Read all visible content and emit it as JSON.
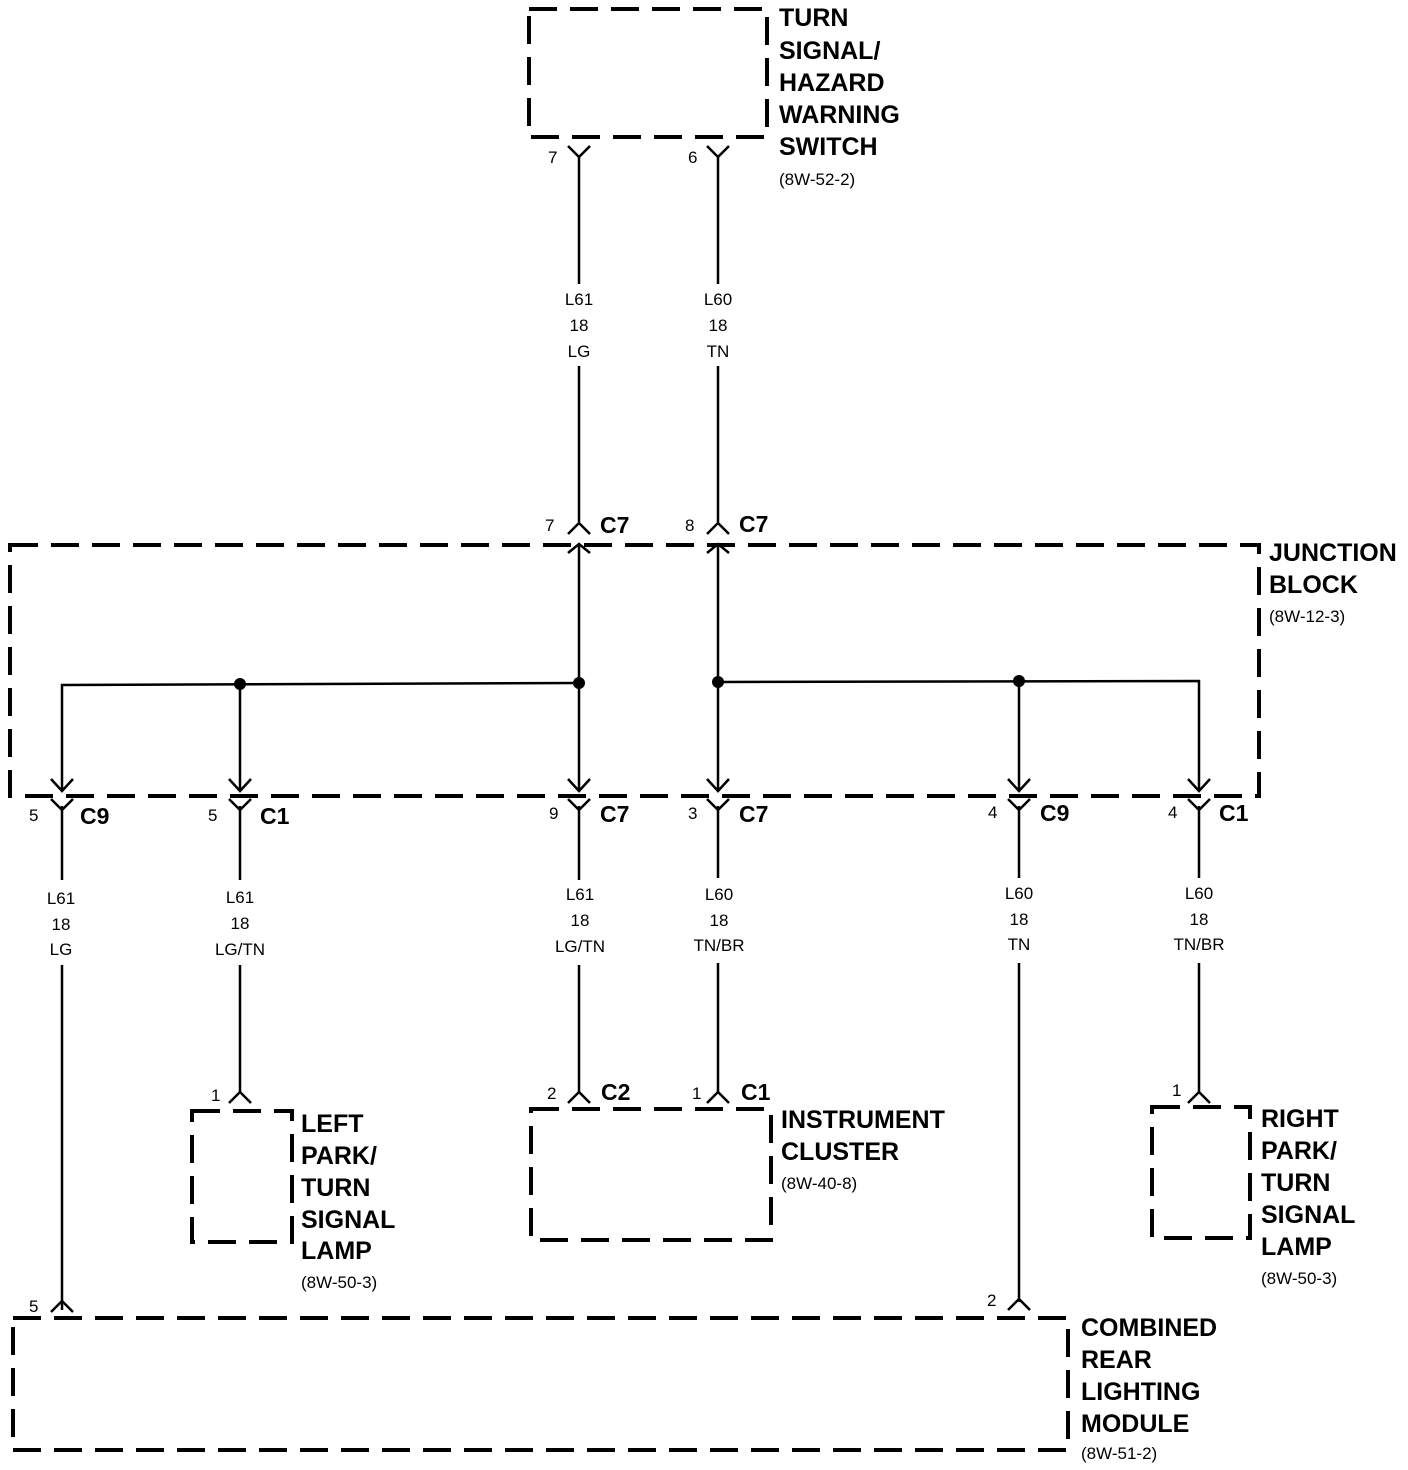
{
  "components": {
    "switch": {
      "lines": [
        "TURN",
        "SIGNAL/",
        "HAZARD",
        "WARNING",
        "SWITCH"
      ],
      "ref": "(8W-52-2)"
    },
    "junction": {
      "lines": [
        "JUNCTION",
        "BLOCK"
      ],
      "ref": "(8W-12-3)"
    },
    "left_lamp": {
      "lines": [
        "LEFT",
        "PARK/",
        "TURN",
        "SIGNAL",
        "LAMP"
      ],
      "ref": "(8W-50-3)"
    },
    "cluster": {
      "lines": [
        "INSTRUMENT",
        "CLUSTER"
      ],
      "ref": "(8W-40-8)"
    },
    "right_lamp": {
      "lines": [
        "RIGHT",
        "PARK/",
        "TURN",
        "SIGNAL",
        "LAMP"
      ],
      "ref": "(8W-50-3)"
    },
    "rear_module": {
      "lines": [
        "COMBINED",
        "REAR",
        "LIGHTING",
        "MODULE"
      ],
      "ref": "(8W-51-2)"
    }
  },
  "wires": {
    "sw_l61": [
      "L61",
      "18",
      "LG"
    ],
    "sw_l60": [
      "L60",
      "18",
      "TN"
    ],
    "out1": [
      "L61",
      "18",
      "LG"
    ],
    "out2": [
      "L61",
      "18",
      "LG/TN"
    ],
    "out3": [
      "L61",
      "18",
      "LG/TN"
    ],
    "out4": [
      "L60",
      "18",
      "TN/BR"
    ],
    "out5": [
      "L60",
      "18",
      "TN"
    ],
    "out6": [
      "L60",
      "18",
      "TN/BR"
    ]
  },
  "connectors": {
    "sw_pin7": {
      "pin": "7",
      "name": ""
    },
    "sw_pin6": {
      "pin": "6",
      "name": ""
    },
    "jb_in7": {
      "pin": "7",
      "name": "C7"
    },
    "jb_in8": {
      "pin": "8",
      "name": "C7"
    },
    "jb_out_c9_5": {
      "pin": "5",
      "name": "C9"
    },
    "jb_out_c1_5": {
      "pin": "5",
      "name": "C1"
    },
    "jb_out_c7_9": {
      "pin": "9",
      "name": "C7"
    },
    "jb_out_c7_3": {
      "pin": "3",
      "name": "C7"
    },
    "jb_out_c9_4": {
      "pin": "4",
      "name": "C9"
    },
    "jb_out_c1_4": {
      "pin": "4",
      "name": "C1"
    },
    "left_lamp_1": {
      "pin": "1",
      "name": ""
    },
    "cluster_c2_2": {
      "pin": "2",
      "name": "C2"
    },
    "cluster_c1_1": {
      "pin": "1",
      "name": "C1"
    },
    "right_lamp_1": {
      "pin": "1",
      "name": ""
    },
    "rear_5": {
      "pin": "5",
      "name": ""
    },
    "rear_2": {
      "pin": "2",
      "name": ""
    }
  }
}
